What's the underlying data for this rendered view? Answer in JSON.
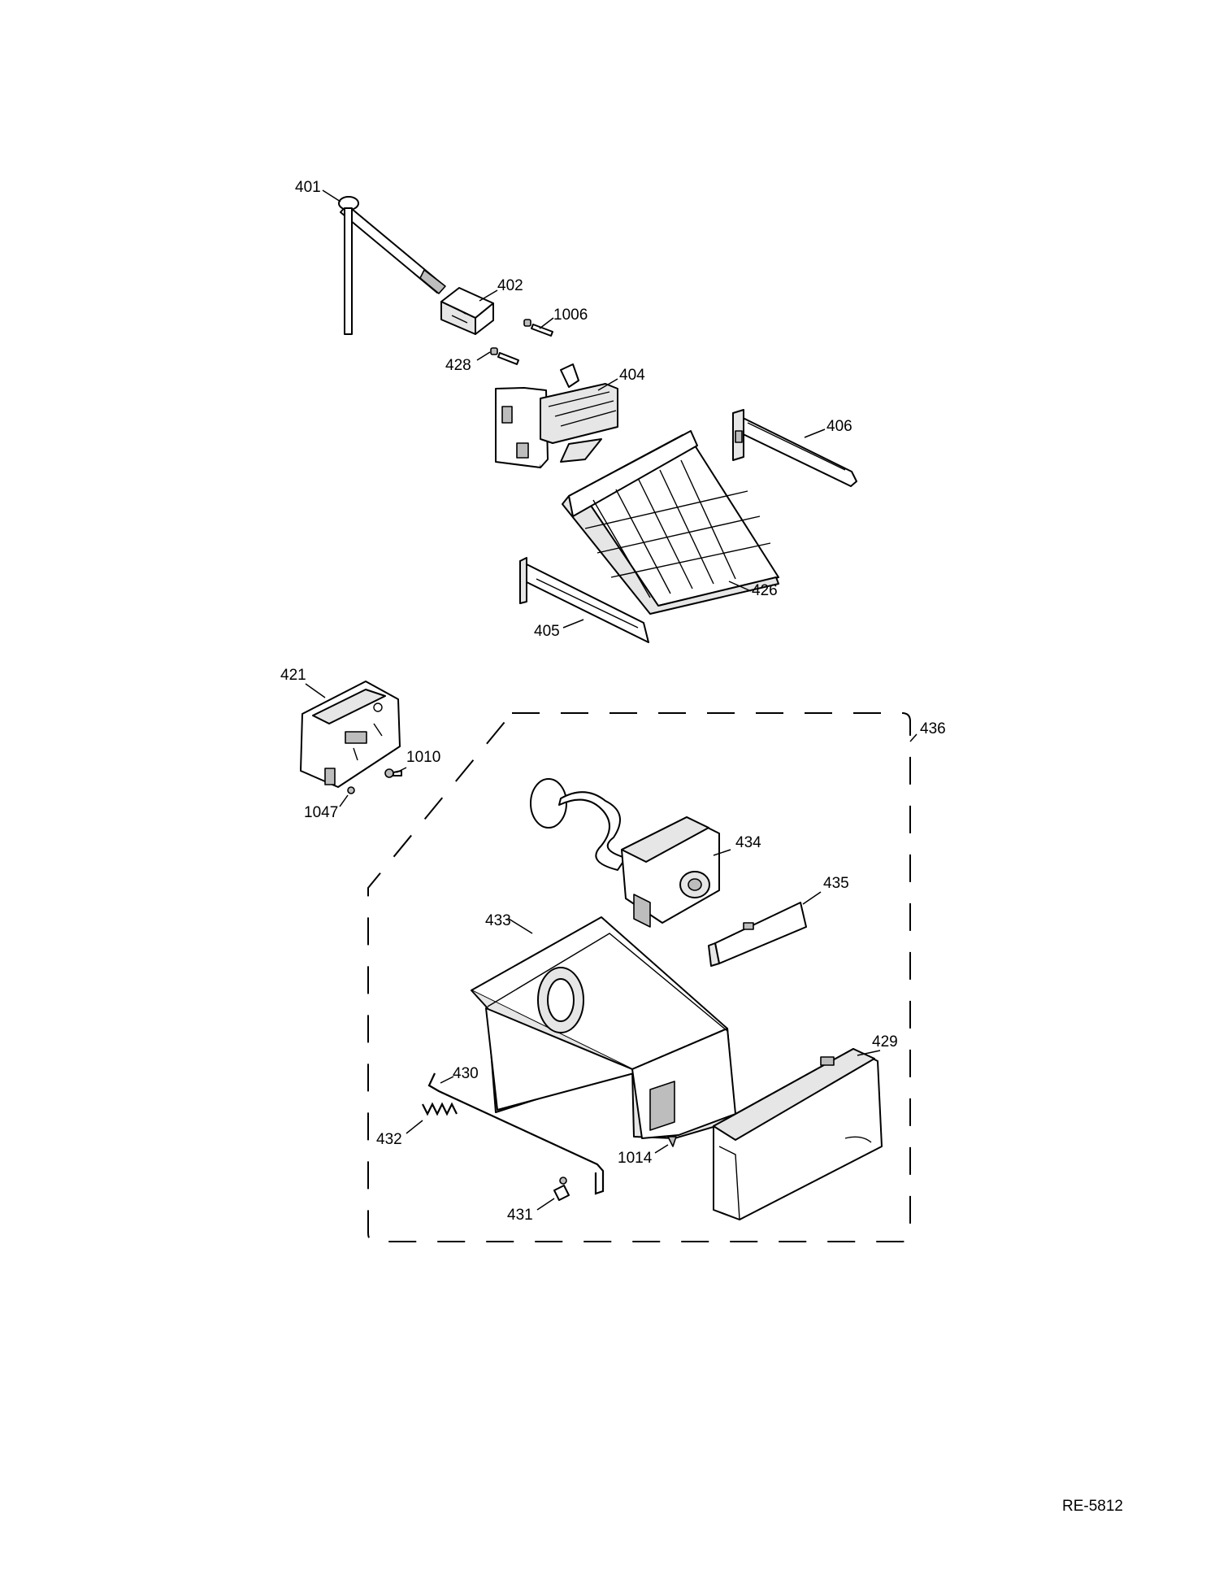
{
  "document_id": "RE-5812",
  "callouts": {
    "p401": "401",
    "p402": "402",
    "p1006": "1006",
    "p428": "428",
    "p404": "404",
    "p406": "406",
    "p426": "426",
    "p405": "405",
    "p421": "421",
    "p1010": "1010",
    "p1047": "1047",
    "p436": "436",
    "p434": "434",
    "p435": "435",
    "p433": "433",
    "p429": "429",
    "p430": "430",
    "p432": "432",
    "p1014": "1014",
    "p431": "431"
  }
}
